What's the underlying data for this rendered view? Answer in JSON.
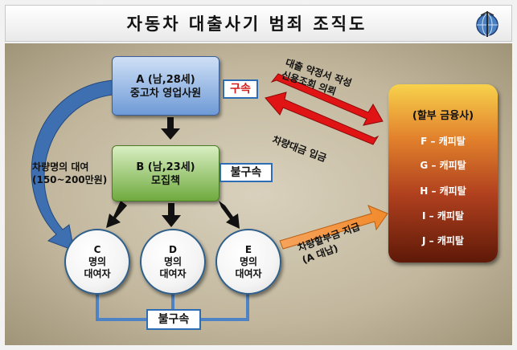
{
  "title": "자동차 대출사기 범죄 조직도",
  "logo_icon": "interpol-globe-icon",
  "nodes": {
    "a": {
      "line1": "A (남,28세)",
      "line2": "중고차 영업사원"
    },
    "b": {
      "line1": "B (남,23세)",
      "line2": "모집책"
    },
    "c": {
      "line1": "C",
      "line2": "명의",
      "line3": "대여자"
    },
    "d": {
      "line1": "D",
      "line2": "명의",
      "line3": "대여자"
    },
    "e": {
      "line1": "E",
      "line2": "명의",
      "line3": "대여자"
    }
  },
  "tags": {
    "arrest": "구속",
    "no_arrest_b": "불구속",
    "no_arrest_bottom": "불구속"
  },
  "finance": {
    "title": "(할부 금융사)",
    "items": [
      "F – 캐피탈",
      "G – 캐피탈",
      "H – 캐피탈",
      "I – 캐피탈",
      "J – 캐피탈"
    ]
  },
  "notes": {
    "lend_line1": "차량명의 대여",
    "lend_line2": "(150~200만원)",
    "contract_line1": "대출 약정서 작성",
    "contract_line2": "신용조회 의뢰",
    "deposit": "차량대금 입금",
    "pay_line1": "차량할부금 지급",
    "pay_line2": "(A 대납)"
  },
  "colors": {
    "red_arrow": "#e01414",
    "orange_arrow": "#f39a4a",
    "blue_arrow": "#3d6fb1",
    "connector": "#4d83c4"
  }
}
